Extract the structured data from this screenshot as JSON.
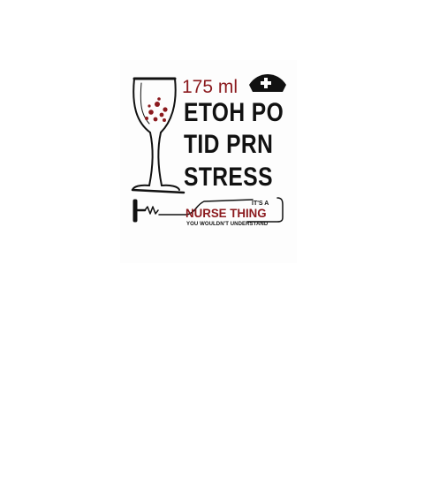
{
  "design": {
    "volume": "175 ml",
    "line1": "ETOH PO",
    "line2": "TID PRN",
    "line3": "STRESS",
    "its_a": "IT'S A",
    "nurse_thing": "NURSE THING",
    "subtitle": "YOU WOULDN'T UNDERSTAND"
  },
  "colors": {
    "accent": "#8b1a1e",
    "ink": "#111111",
    "background": "#ffffff"
  },
  "icons": [
    "wine-glass-icon",
    "nurse-cap-icon",
    "corkscrew-icon"
  ]
}
